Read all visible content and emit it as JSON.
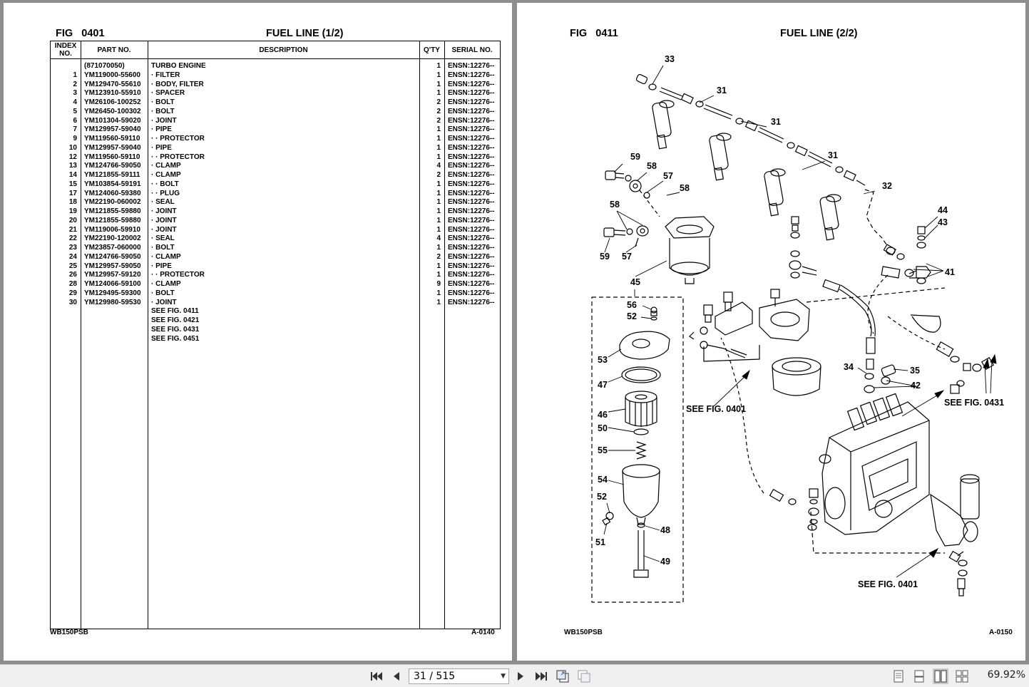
{
  "left_page": {
    "fig_label": "FIG",
    "fig_number": "0401",
    "title": "FUEL LINE (1/2)",
    "headers": {
      "index": "INDEX NO.",
      "part": "PART NO.",
      "desc": "DESCRIPTION",
      "qty": "Q'TY",
      "serial": "SERIAL NO."
    },
    "rows": [
      {
        "idx": "",
        "part": "(871070050)",
        "desc": "TURBO ENGINE",
        "qty": "1",
        "serial": "ENSN:12276--"
      },
      {
        "idx": "1",
        "part": "YM119000-55600",
        "desc": "·  FILTER",
        "qty": "1",
        "serial": "ENSN:12276--"
      },
      {
        "idx": "2",
        "part": "YM129470-55610",
        "desc": "·  BODY, FILTER",
        "qty": "1",
        "serial": "ENSN:12276--"
      },
      {
        "idx": "3",
        "part": "YM123910-55910",
        "desc": "·  SPACER",
        "qty": "1",
        "serial": "ENSN:12276--"
      },
      {
        "idx": "4",
        "part": "YM26106-100252",
        "desc": "·  BOLT",
        "qty": "2",
        "serial": "ENSN:12276--"
      },
      {
        "idx": "5",
        "part": "YM26450-100302",
        "desc": "·  BOLT",
        "qty": "2",
        "serial": "ENSN:12276--"
      },
      {
        "idx": "6",
        "part": "YM101304-59020",
        "desc": "·  JOINT",
        "qty": "2",
        "serial": "ENSN:12276--"
      },
      {
        "idx": "7",
        "part": "YM129957-59040",
        "desc": "·  PIPE",
        "qty": "1",
        "serial": "ENSN:12276--"
      },
      {
        "idx": "9",
        "part": "YM119560-59110",
        "desc": "·  ·  PROTECTOR",
        "qty": "1",
        "serial": "ENSN:12276--"
      },
      {
        "idx": "10",
        "part": "YM129957-59040",
        "desc": "·  PIPE",
        "qty": "1",
        "serial": "ENSN:12276--"
      },
      {
        "idx": "12",
        "part": "YM119560-59110",
        "desc": "·  ·  PROTECTOR",
        "qty": "1",
        "serial": "ENSN:12276--"
      },
      {
        "idx": "13",
        "part": "YM124766-59050",
        "desc": "·  CLAMP",
        "qty": "4",
        "serial": "ENSN:12276--"
      },
      {
        "idx": "14",
        "part": "YM121855-59111",
        "desc": "·  CLAMP",
        "qty": "2",
        "serial": "ENSN:12276--"
      },
      {
        "idx": "15",
        "part": "YM103854-59191",
        "desc": "·  ·  BOLT",
        "qty": "1",
        "serial": "ENSN:12276--"
      },
      {
        "idx": "17",
        "part": "YM124060-59380",
        "desc": "·  ·  PLUG",
        "qty": "1",
        "serial": "ENSN:12276--"
      },
      {
        "idx": "18",
        "part": "YM22190-060002",
        "desc": "·  SEAL",
        "qty": "1",
        "serial": "ENSN:12276--"
      },
      {
        "idx": "19",
        "part": "YM121855-59880",
        "desc": "·  JOINT",
        "qty": "1",
        "serial": "ENSN:12276--"
      },
      {
        "idx": "20",
        "part": "YM121855-59880",
        "desc": "·  JOINT",
        "qty": "1",
        "serial": "ENSN:12276--"
      },
      {
        "idx": "21",
        "part": "YM119006-59910",
        "desc": "·  JOINT",
        "qty": "1",
        "serial": "ENSN:12276--"
      },
      {
        "idx": "22",
        "part": "YM22190-120002",
        "desc": "·  SEAL",
        "qty": "4",
        "serial": "ENSN:12276--"
      },
      {
        "idx": "23",
        "part": "YM23857-060000",
        "desc": "·  BOLT",
        "qty": "1",
        "serial": "ENSN:12276--"
      },
      {
        "idx": "24",
        "part": "YM124766-59050",
        "desc": "·  CLAMP",
        "qty": "2",
        "serial": "ENSN:12276--"
      },
      {
        "idx": "25",
        "part": "YM129957-59050",
        "desc": "·  PIPE",
        "qty": "1",
        "serial": "ENSN:12276--"
      },
      {
        "idx": "26",
        "part": "YM129957-59120",
        "desc": "·  ·  PROTECTOR",
        "qty": "1",
        "serial": "ENSN:12276--"
      },
      {
        "idx": "28",
        "part": "YM124066-59100",
        "desc": "·  CLAMP",
        "qty": "9",
        "serial": "ENSN:12276--"
      },
      {
        "idx": "29",
        "part": "YM129495-59300",
        "desc": "·  BOLT",
        "qty": "1",
        "serial": "ENSN:12276--"
      },
      {
        "idx": "30",
        "part": "YM129980-59530",
        "desc": "·  JOINT",
        "qty": "1",
        "serial": "ENSN:12276--"
      },
      {
        "idx": "",
        "part": "",
        "desc": "SEE FIG. 0411",
        "qty": "",
        "serial": ""
      },
      {
        "idx": "",
        "part": "",
        "desc": "SEE FIG. 0421",
        "qty": "",
        "serial": ""
      },
      {
        "idx": "",
        "part": "",
        "desc": "SEE FIG. 0431",
        "qty": "",
        "serial": ""
      },
      {
        "idx": "",
        "part": "",
        "desc": "SEE FIG. 0451",
        "qty": "",
        "serial": ""
      }
    ],
    "footer_left": "WB150PSB",
    "footer_right": "A-0140"
  },
  "right_page": {
    "fig_label": "FIG",
    "fig_number": "0411",
    "title": "FUEL LINE (2/2)",
    "callouts": {
      "c33": "33",
      "c31a": "31",
      "c31b": "31",
      "c31c": "31",
      "c32": "32",
      "c59a": "59",
      "c58a": "58",
      "c57a": "57",
      "c58b": "58",
      "c58c": "58",
      "c59b": "59",
      "c57b": "57",
      "c45": "45",
      "c44": "44",
      "c43": "43",
      "c41": "41",
      "c56": "56",
      "c52a": "52",
      "c53": "53",
      "c47": "47",
      "c46": "46",
      "c50": "50",
      "c55": "55",
      "c54": "54",
      "c52b": "52",
      "c51": "51",
      "c48": "48",
      "c49": "49",
      "c34": "34",
      "c35": "35",
      "c42": "42"
    },
    "see_fig_a": "SEE FIG. 0401",
    "see_fig_b": "SEE FIG. 0431",
    "see_fig_c": "SEE FIG. 0401",
    "footer_left": "WB150PSB",
    "footer_right": "A-0150"
  },
  "toolbar": {
    "page_indicator": "31 / 515",
    "zoom": "69.92%",
    "icons": [
      "first-page-icon",
      "prev-page-icon",
      "next-page-icon",
      "last-page-icon",
      "rotate-back-icon",
      "rotate-forward-icon",
      "single-page-icon",
      "continuous-icon",
      "two-page-icon",
      "two-page-continuous-icon"
    ]
  }
}
